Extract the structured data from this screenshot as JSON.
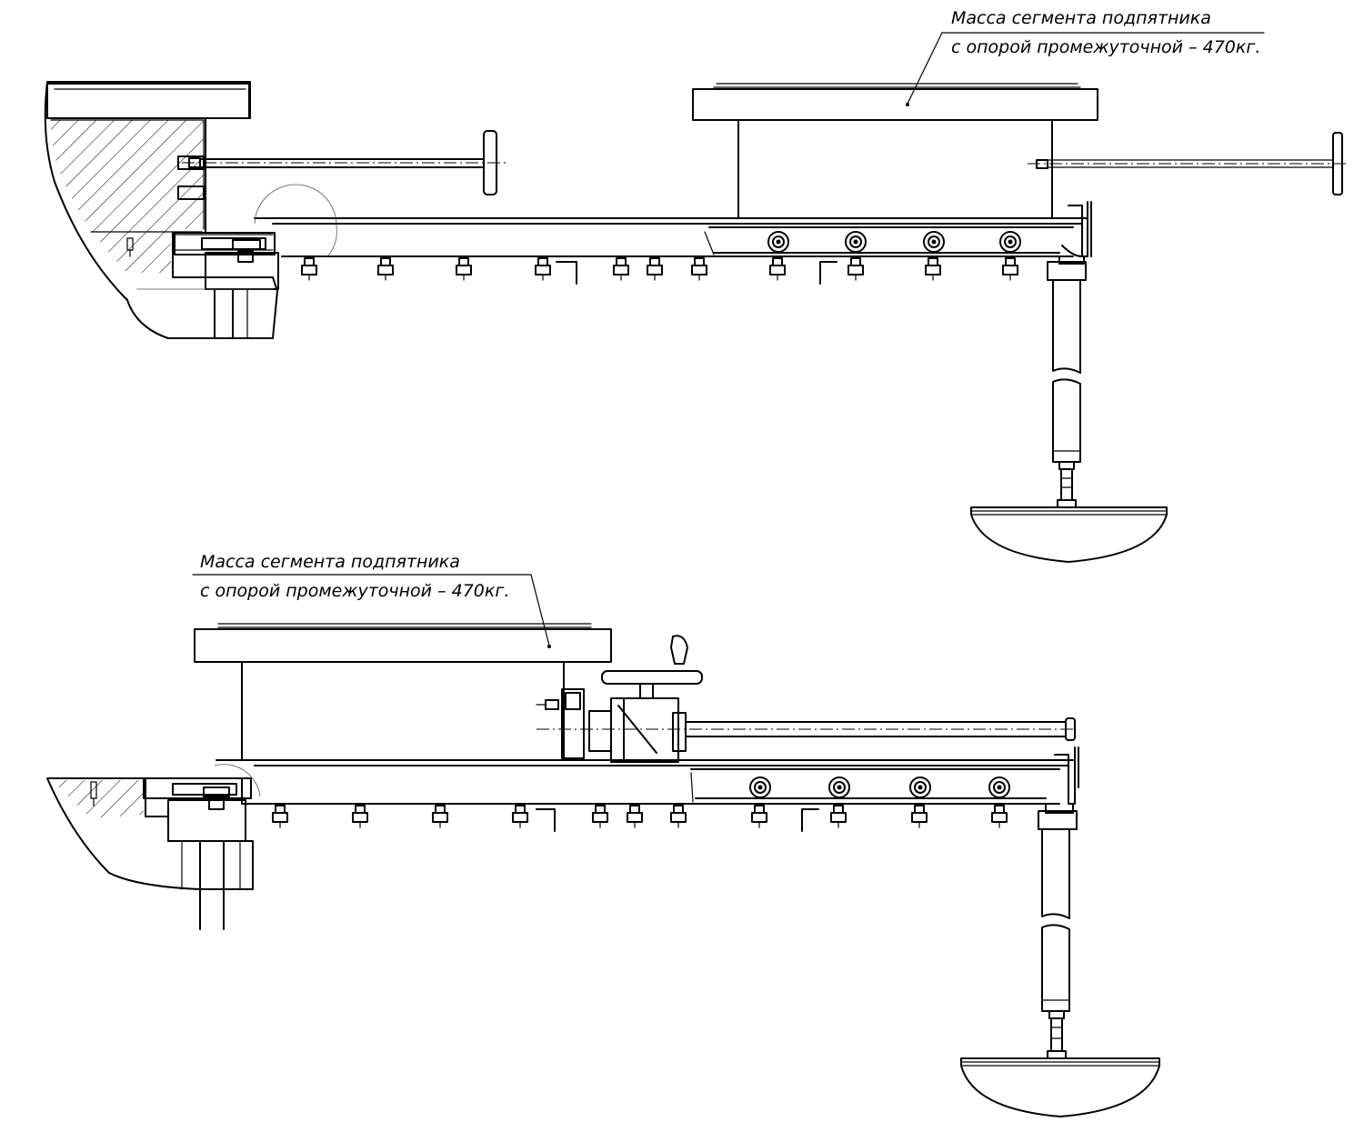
{
  "annotations": [
    {
      "line1": "Масса сегмента подпятника",
      "line2": "с опорой промежуточной – 470кг."
    },
    {
      "line1": "Масса сегмента подпятника",
      "line2": "с опорой промежуточной – 470кг."
    }
  ]
}
